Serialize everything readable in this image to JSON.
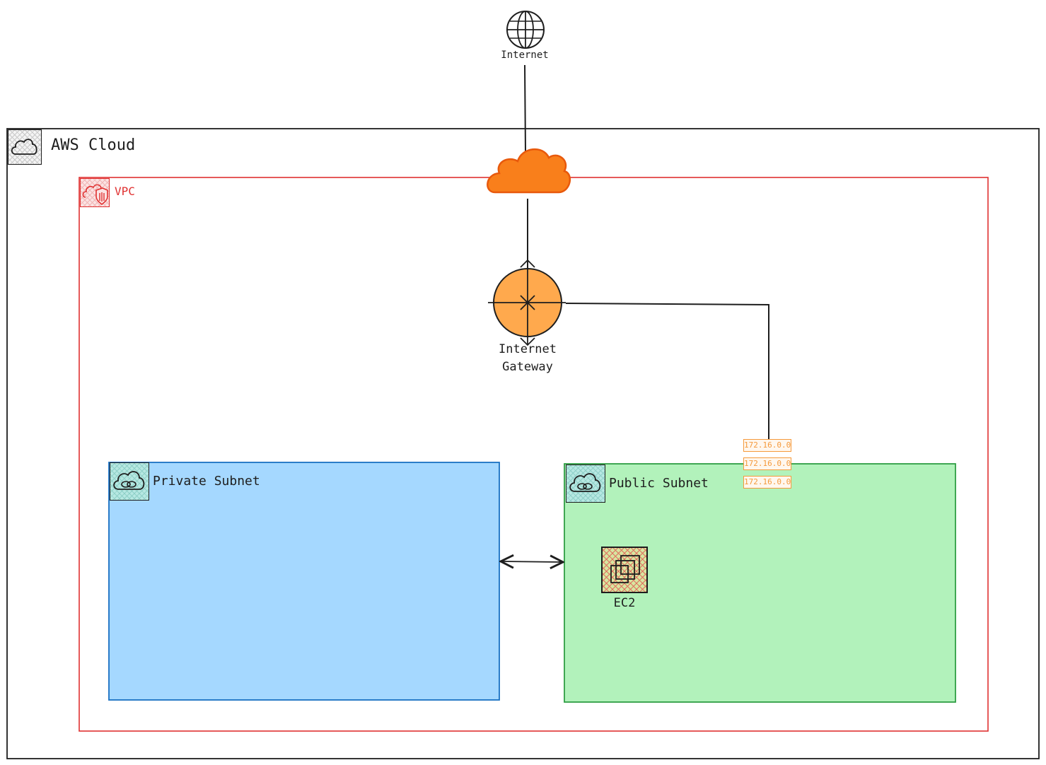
{
  "diagram": {
    "internet": {
      "label": "Internet",
      "icon": "globe-icon"
    },
    "aws_cloud": {
      "label": "AWS Cloud",
      "icon": "cloud-icon"
    },
    "vpc": {
      "label": "VPC",
      "icon": "vpc-shield-icon",
      "color": "#e03131"
    },
    "igw_cloud": {
      "icon": "orange-cloud-icon",
      "color": "#f97f1b"
    },
    "internet_gateway": {
      "label": "Internet\nGateway",
      "line1": "Internet",
      "line2": "Gateway",
      "color": "#ffa94d"
    },
    "private_subnet": {
      "label": "Private Subnet",
      "icon": "subnet-cloud-icon",
      "fill": "#a5d8ff",
      "stroke": "#1971c2"
    },
    "public_subnet": {
      "label": "Public Subnet",
      "icon": "subnet-cloud-icon",
      "fill": "#b2f2bb",
      "stroke": "#2f9e44"
    },
    "ip_tags": [
      "172.16.0.0",
      "172.16.0.0",
      "172.16.0.0"
    ],
    "ec2": {
      "label": "EC2",
      "icon": "ec2-instances-icon"
    }
  }
}
